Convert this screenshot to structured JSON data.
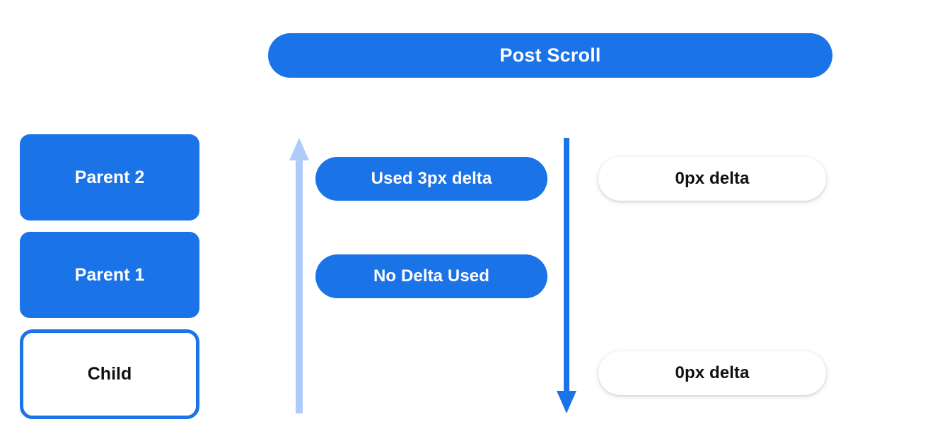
{
  "header": {
    "title": "Post Scroll",
    "color": "#1b73e8",
    "text_color": "#ffffff"
  },
  "left_stack": {
    "boxes": [
      {
        "label": "Parent 2",
        "style": "filled",
        "fill": "#1b73e8",
        "text_color": "#ffffff"
      },
      {
        "label": "Parent 1",
        "style": "filled",
        "fill": "#1b73e8",
        "text_color": "#ffffff"
      },
      {
        "label": "Child",
        "style": "outlined",
        "fill": "#ffffff",
        "border_color": "#1b73e8",
        "text_color": "#111111"
      }
    ]
  },
  "arrows": [
    {
      "name": "scroll-up-arrow",
      "direction": "up",
      "color": "#aecbfa",
      "description": "light blue upward arrow"
    },
    {
      "name": "scroll-down-arrow",
      "direction": "down",
      "color": "#1b73e8",
      "description": "solid blue downward arrow"
    }
  ],
  "middle_pills": [
    {
      "label": "Used 3px delta",
      "fill": "#1b73e8",
      "text_color": "#ffffff"
    },
    {
      "label": "No Delta Used",
      "fill": "#1b73e8",
      "text_color": "#ffffff"
    }
  ],
  "right_pills": [
    {
      "label": "0px delta",
      "fill": "#ffffff",
      "text_color": "#111111"
    },
    {
      "label": "0px delta",
      "fill": "#ffffff",
      "text_color": "#111111"
    }
  ]
}
